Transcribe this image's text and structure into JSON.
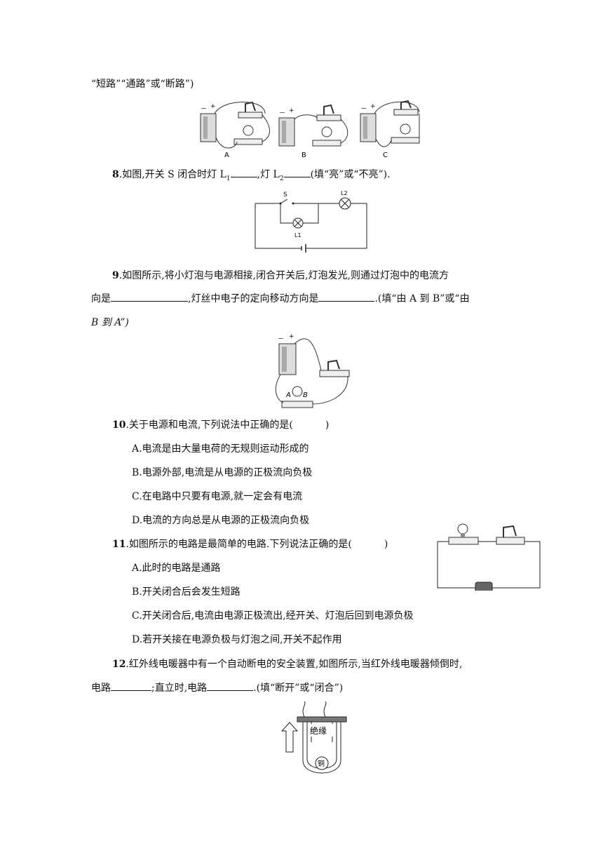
{
  "q7_tail": "“短路”“通路”或“断路”)",
  "q7_labels": [
    "A",
    "B",
    "C"
  ],
  "q8": {
    "num": "8",
    "text_a": ".如图,开关 S 闭合时灯 L",
    "sub1": "1",
    "text_b": ",灯 L",
    "sub2": "2",
    "text_c": "(填“亮”或“不亮”).",
    "fig_s": "S",
    "fig_l1": "L1",
    "fig_l2": "L2"
  },
  "q9": {
    "num": "9",
    "line1": ".如图所示,将小灯泡与电源相接,闭合开关后,灯泡发光,则通过灯泡中的电流方",
    "line2_a": "向是",
    "line2_b": ",灯丝中电子的定向移动方向是",
    "line2_c": ".(填“由 A 到 B”或“由",
    "line3": "B 到 A”)",
    "fig_a": "A",
    "fig_b": "B"
  },
  "q10": {
    "num": "10",
    "stem": ".关于电源和电流,下列说法中正确的是(",
    "close": ")",
    "options": [
      "A.电流是由大量电荷的无规则运动形成的",
      "B.电源外部,电流是从电源的正极流向负极",
      "C.在电路中只要有电源,就一定会有电流",
      "D.电流的方向总是从电源的正极流向负极"
    ]
  },
  "q11": {
    "num": "11",
    "stem": ".如图所示的电路是最简单的电路.下列说法正确的是(",
    "close": ")",
    "options": [
      "A.此时的电路是通路",
      "B.开关闭合后会发生短路",
      "C.开关闭合后,电流由电源正极流出,经开关、灯泡后回到电源负极",
      "D.若开关接在电源负极与灯泡之间,开关不起作用"
    ]
  },
  "q12": {
    "num": "12",
    "line1": ".红外线电暖器中有一个自动断电的安全装置,如图所示,当红外线电暖器倾倒时,",
    "line2_a": "电路",
    "line2_b": ";直立时,电路",
    "line2_c": ".(填“断开”或“闭合”)",
    "fig_insulate": "绝缘",
    "fig_copper": "铜"
  },
  "colors": {
    "text": "#111111",
    "line": "#222222"
  }
}
